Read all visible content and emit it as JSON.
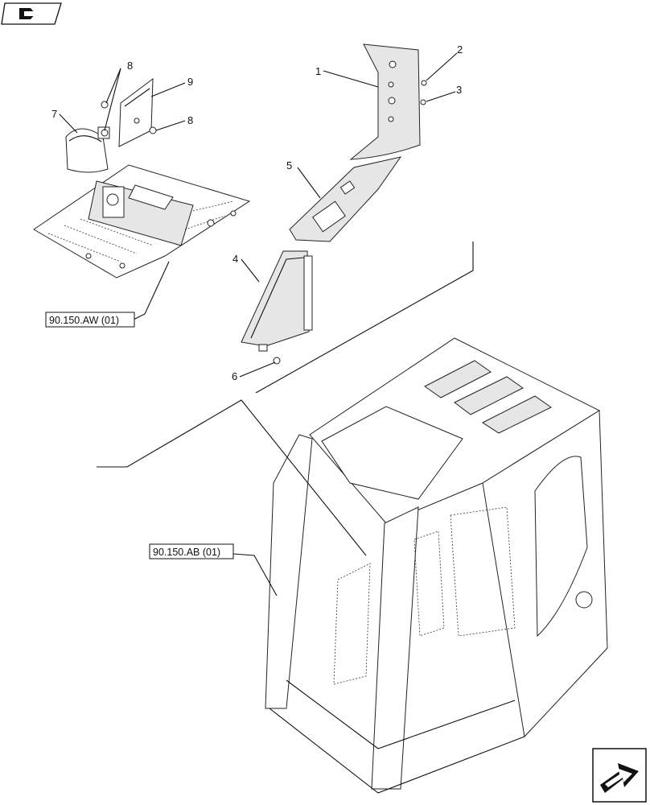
{
  "toolbar": {
    "nav_icon": "book-arrow-icon",
    "next_icon": "next-page-arrow-icon"
  },
  "callouts": {
    "c1": "1",
    "c2": "2",
    "c3": "3",
    "c4": "4",
    "c5": "5",
    "c6": "6",
    "c7": "7",
    "c8a": "8",
    "c8b": "8",
    "c9": "9"
  },
  "references": {
    "floor_ref": "90.150.AW (01)",
    "cab_ref": "90.150.AB (01)"
  }
}
